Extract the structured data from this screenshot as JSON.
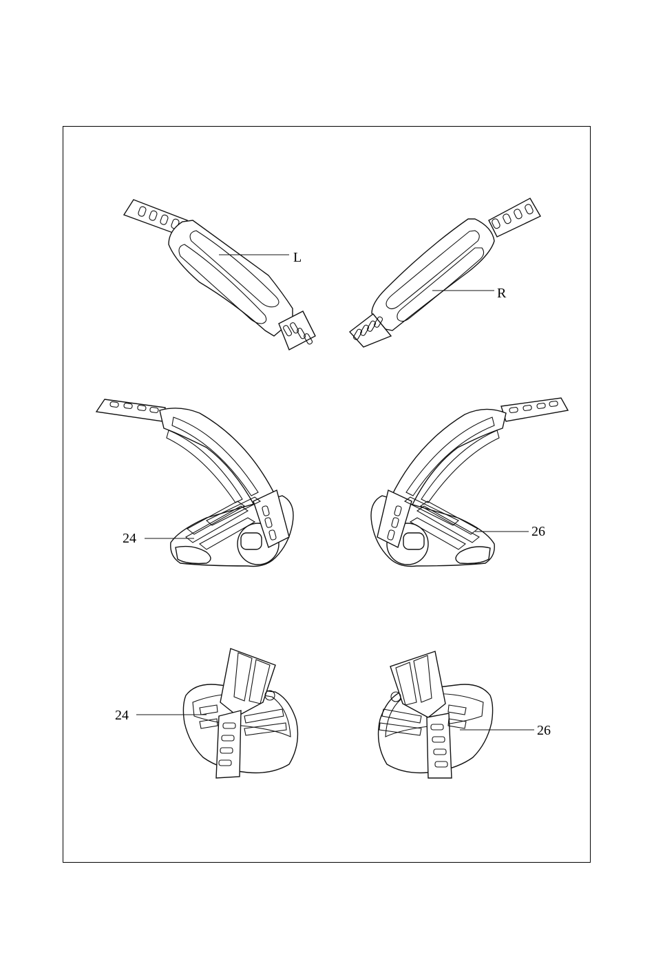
{
  "labels": {
    "left_strap": "L",
    "right_strap": "R",
    "pedal_left_side": "24",
    "pedal_right_side": "26",
    "pedal_left_top": "24",
    "pedal_right_top": "26"
  },
  "colors": {
    "line": "#111111",
    "background": "#ffffff"
  }
}
